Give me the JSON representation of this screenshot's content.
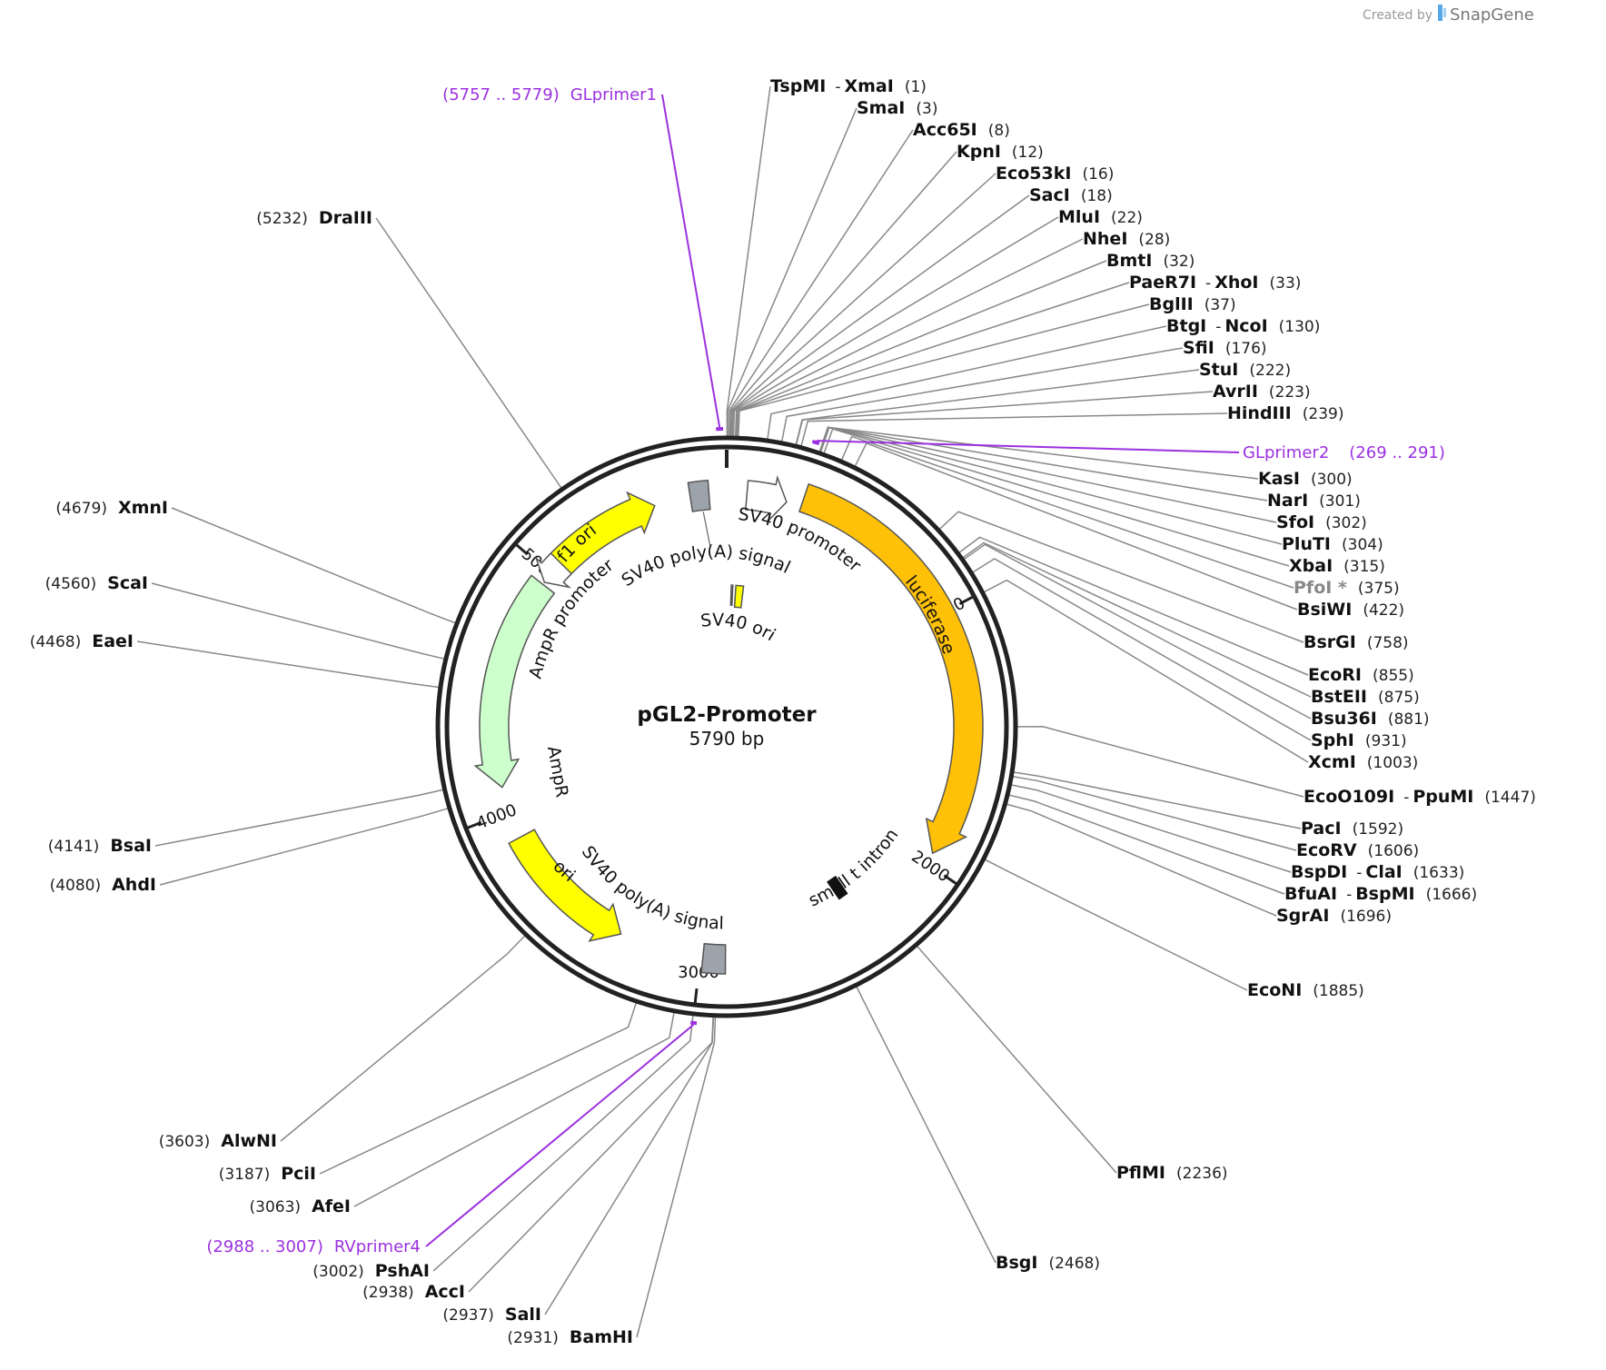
{
  "plasmid": {
    "name": "pGL2-Promoter",
    "length_label": "5790 bp",
    "length": 5790
  },
  "credit": {
    "prefix": "Created by",
    "brand": "SnapGene"
  },
  "colors": {
    "backbone": "#222222",
    "enzyme_line": "#888888",
    "primer": "#9b30e0",
    "luciferase": "#ffc107",
    "yellow_feature": "#ffff00",
    "ampr": "#ccffcc",
    "polyA": "#9ca3ab",
    "sv40ori_blue": "#a9c8e8"
  },
  "ticks": [
    "1000",
    "2000",
    "3000",
    "4000",
    "5000"
  ],
  "enzymes_right": [
    {
      "name": "TspMI",
      "name2": "XmaI",
      "pos": "(1)"
    },
    {
      "name": "SmaI",
      "pos": "(3)"
    },
    {
      "name": "Acc65I",
      "pos": "(8)"
    },
    {
      "name": "KpnI",
      "pos": "(12)"
    },
    {
      "name": "Eco53kI",
      "pos": "(16)"
    },
    {
      "name": "SacI",
      "pos": "(18)"
    },
    {
      "name": "MluI",
      "pos": "(22)"
    },
    {
      "name": "NheI",
      "pos": "(28)"
    },
    {
      "name": "BmtI",
      "pos": "(32)"
    },
    {
      "name": "PaeR7I",
      "name2": "XhoI",
      "pos": "(33)"
    },
    {
      "name": "BglII",
      "pos": "(37)"
    },
    {
      "name": "BtgI",
      "name2": "NcoI",
      "pos": "(130)"
    },
    {
      "name": "SfiI",
      "pos": "(176)"
    },
    {
      "name": "StuI",
      "pos": "(222)"
    },
    {
      "name": "AvrII",
      "pos": "(223)"
    },
    {
      "name": "HindIII",
      "pos": "(239)"
    },
    {
      "name": "KasI",
      "pos": "(300)"
    },
    {
      "name": "NarI",
      "pos": "(301)"
    },
    {
      "name": "SfoI",
      "pos": "(302)"
    },
    {
      "name": "PluTI",
      "pos": "(304)"
    },
    {
      "name": "XbaI",
      "pos": "(315)"
    },
    {
      "name": "PfoI *",
      "pos": "(375)",
      "grey": true
    },
    {
      "name": "BsiWI",
      "pos": "(422)"
    },
    {
      "name": "BsrGI",
      "pos": "(758)"
    },
    {
      "name": "EcoRI",
      "pos": "(855)"
    },
    {
      "name": "BstEII",
      "pos": "(875)"
    },
    {
      "name": "Bsu36I",
      "pos": "(881)"
    },
    {
      "name": "SphI",
      "pos": "(931)"
    },
    {
      "name": "XcmI",
      "pos": "(1003)"
    },
    {
      "name": "EcoO109I",
      "name2": "PpuMI",
      "pos": "(1447)"
    },
    {
      "name": "PacI",
      "pos": "(1592)"
    },
    {
      "name": "EcoRV",
      "pos": "(1606)"
    },
    {
      "name": "BspDI",
      "name2": "ClaI",
      "pos": "(1633)"
    },
    {
      "name": "BfuAI",
      "name2": "BspMI",
      "pos": "(1666)"
    },
    {
      "name": "SgrAI",
      "pos": "(1696)"
    },
    {
      "name": "EcoNI",
      "pos": "(1885)"
    },
    {
      "name": "PflMI",
      "pos": "(2236)"
    },
    {
      "name": "BsgI",
      "pos": "(2468)"
    }
  ],
  "enzymes_left": [
    {
      "name": "DraIII",
      "pos": "(5232)"
    },
    {
      "name": "XmnI",
      "pos": "(4679)"
    },
    {
      "name": "ScaI",
      "pos": "(4560)"
    },
    {
      "name": "EaeI",
      "pos": "(4468)"
    },
    {
      "name": "BsaI",
      "pos": "(4141)"
    },
    {
      "name": "AhdI",
      "pos": "(4080)"
    },
    {
      "name": "AlwNI",
      "pos": "(3603)"
    },
    {
      "name": "PciI",
      "pos": "(3187)"
    },
    {
      "name": "AfeI",
      "pos": "(3063)"
    },
    {
      "name": "PshAI",
      "pos": "(3002)"
    },
    {
      "name": "AccI",
      "pos": "(2938)"
    },
    {
      "name": "SalI",
      "pos": "(2937)"
    },
    {
      "name": "BamHI",
      "pos": "(2931)"
    }
  ],
  "primers": [
    {
      "name": "GLprimer1",
      "range": "(5757 .. 5779)"
    },
    {
      "name": "GLprimer2",
      "range": "(269 .. 291)"
    },
    {
      "name": "RVprimer4",
      "range": "(2988 .. 3007)"
    }
  ],
  "features": {
    "luciferase": "luciferase",
    "sv40_promoter": "SV40 promoter",
    "sv40_polyA_top": "SV40 poly(A) signal",
    "sv40_ori_top": "SV40 ori",
    "f1_ori": "f1 ori",
    "ampr_promoter": "AmpR promoter",
    "ampr": "AmpR",
    "ori": "ori",
    "sv40_polyA_bottom": "SV40 poly(A) signal",
    "small_t_intron": "small t intron"
  }
}
